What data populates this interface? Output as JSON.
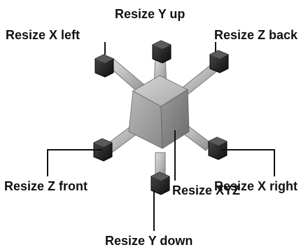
{
  "diagram": {
    "labels": {
      "y_up": "Resize Y up",
      "x_left": "Resize X left",
      "z_back": "Resize Z back",
      "z_front": "Resize Z front",
      "x_right": "Resize X right",
      "xyz": "Resize XYZ",
      "y_down": "Resize Y down"
    },
    "icon": "3d-resize-gizmo-icon",
    "colors": {
      "text": "#111111",
      "handle": "#1a1a1a",
      "cube_light": "#bdbdbd",
      "cube_mid": "#9a9a9a",
      "cube_dark": "#6f6f6f"
    }
  }
}
